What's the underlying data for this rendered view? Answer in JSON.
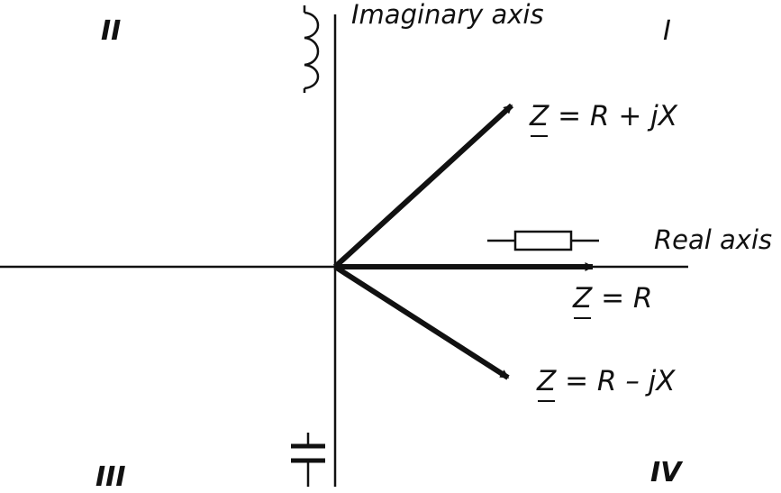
{
  "quadrants": {
    "q1": "I",
    "q2": "II",
    "q3": "III",
    "q4": "IV"
  },
  "axes": {
    "imaginary_label": "Imaginary axis",
    "real_label": "Real axis"
  },
  "phasors": {
    "inductive": {
      "symbol": "Z",
      "expression": " = R + jX"
    },
    "resistive": {
      "symbol": "Z",
      "expression": " = R"
    },
    "capacitive": {
      "symbol": "Z",
      "expression": " = R – jX"
    }
  },
  "symbols": {
    "inductor": "inductor-icon",
    "resistor": "resistor-icon",
    "capacitor": "capacitor-icon"
  },
  "colors": {
    "ink": "#111111",
    "background": "#ffffff"
  }
}
